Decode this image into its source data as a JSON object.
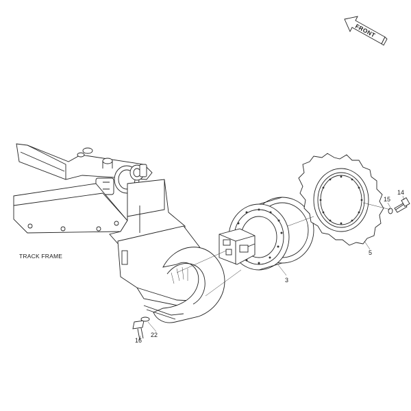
{
  "labels": {
    "front": "FRONT",
    "track_frame": "TRACK FRAME",
    "p3": "3",
    "p5": "5",
    "p14": "14",
    "p15": "15",
    "p16": "16",
    "p22": "22"
  }
}
